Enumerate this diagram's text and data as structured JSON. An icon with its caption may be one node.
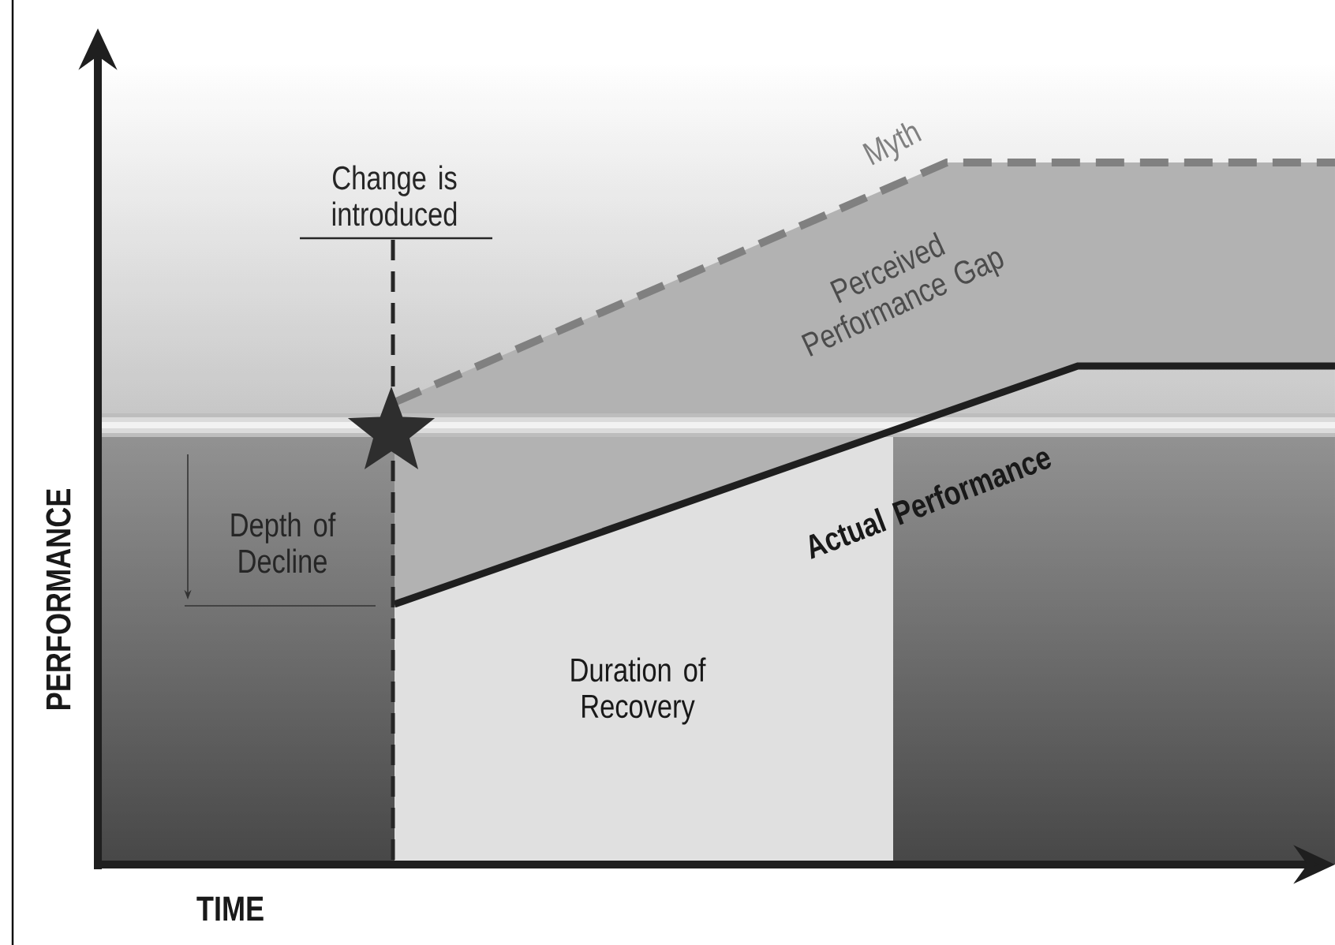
{
  "diagram": {
    "labels": [
      "Change is introduced",
      "Myth",
      "Perceived Performance Gap",
      "Actual Performance",
      "Depth of Decline",
      "Duration of Recovery",
      "PERFORMANCE",
      "TIME"
    ]
  }
}
